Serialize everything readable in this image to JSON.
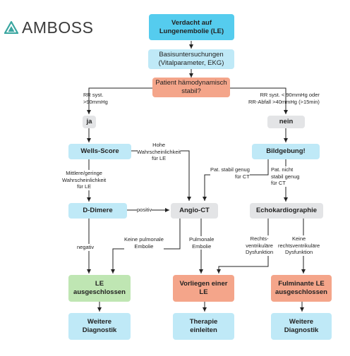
{
  "brand": {
    "name": "AMBOSS",
    "color": "#3aa6a0"
  },
  "colors": {
    "start": "#55ccee",
    "step": "#bfe9f7",
    "decision": "#f4a58a",
    "answer": "#e3e4e6",
    "excluded": "#bfe6b3",
    "line": "#222222"
  },
  "nodes": {
    "start": "Verdacht auf Lungenembolie (LE)",
    "basic": "Basisuntersuchungen (Vitalparameter, EKG)",
    "stable_q": "Patient hämodynamisch stabil?",
    "yes": "ja",
    "no": "nein",
    "wells": "Wells-Score",
    "imaging": "Bildgebung!",
    "ddimer": "D-Dimere",
    "angioct": "Angio-CT",
    "echo": "Echokardiographie",
    "le_excluded": "LE ausgeschlossen",
    "le_present": "Vorliegen einer LE",
    "fulminant_excluded": "Fulminante LE ausgeschlossen",
    "further1": "Weitere Diagnostik",
    "therapy": "Therapie einleiten",
    "further2": "Weitere Diagnostik"
  },
  "labels": {
    "rr_stable": "RR syst.\n>90mmHg",
    "rr_unstable": "RR syst. < 90mmHg oder\nRR-Abfall >40mmHg (>15min)",
    "high_prob": "Hohe\nWahrscheinlichkeit\nfür LE",
    "medium_prob": "Mittlere/geringe\nWahrscheinlichkeit\nfür LE",
    "pat_stable_ct": "Pat. stabil genug\nfür CT",
    "pat_not_stable": "Pat. nicht\nstabil genug\nfür CT",
    "positive": "positiv",
    "negative": "negativ",
    "no_pulm_embolism": "Keine pulmonale\nEmbolie",
    "pulm_embolism": "Pulmonale\nEmbolie",
    "rv_dysfunction": "Rechts-\nventrikuläre\nDysfunktion",
    "no_rv_dysfunction": "Keine\nrechtsventrikuläre\nDysfunktion"
  }
}
